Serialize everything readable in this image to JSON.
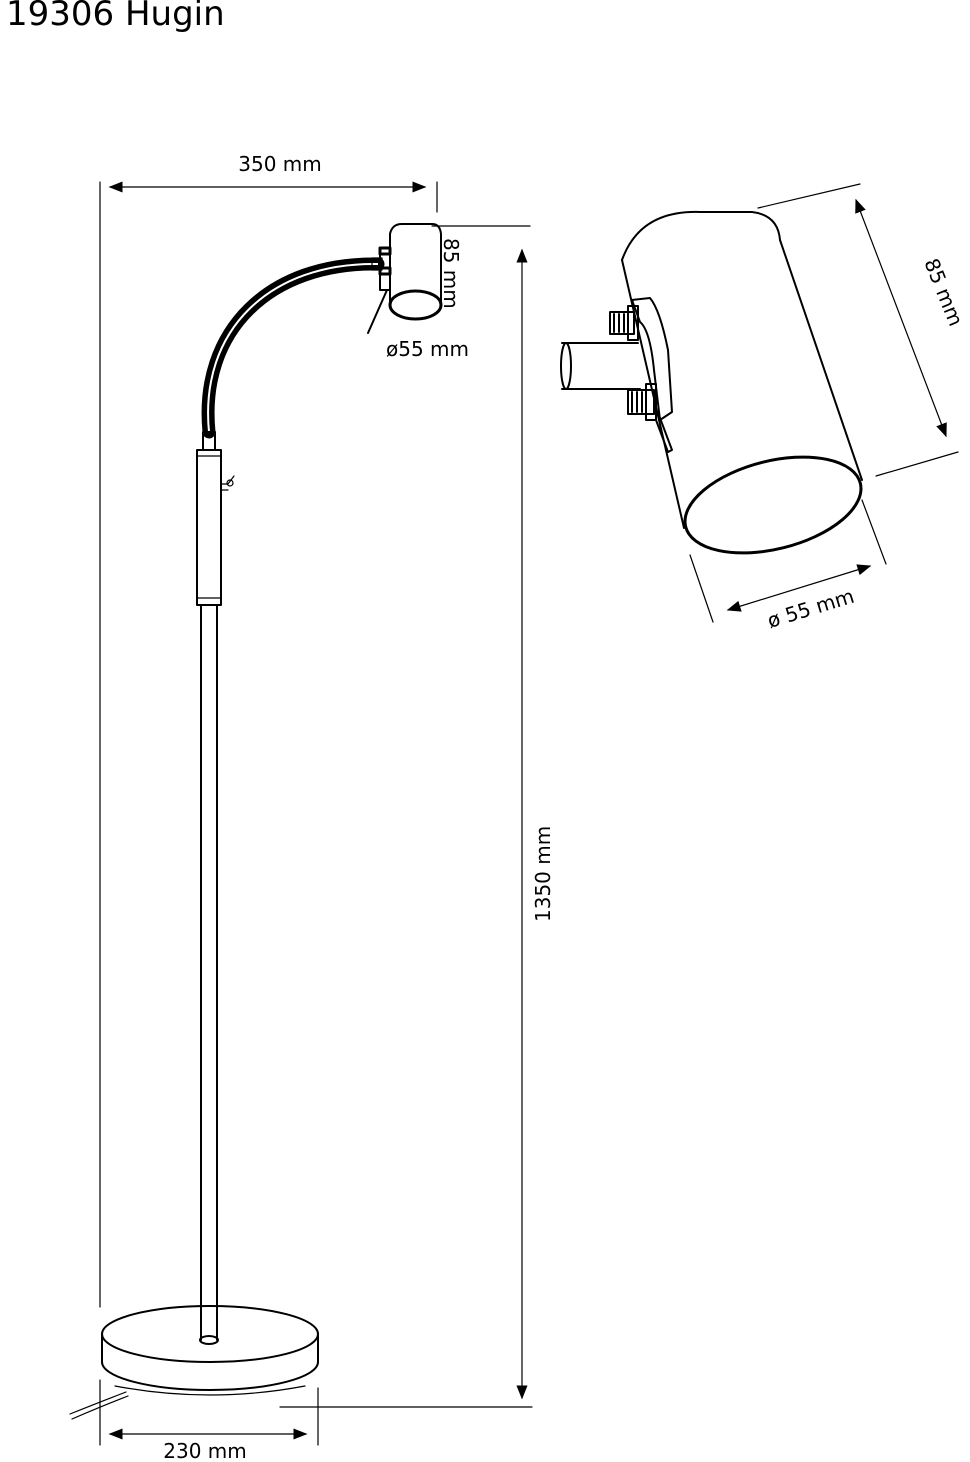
{
  "title": "19306 Hugin",
  "dimensions": {
    "width_total": "350 mm",
    "shade_height": "85 mm",
    "shade_diameter": "ø55 mm",
    "total_height": "1350 mm",
    "base_diameter": "230 mm",
    "detail_shade_height": "85 mm",
    "detail_shade_diameter": "ø 55 mm"
  }
}
